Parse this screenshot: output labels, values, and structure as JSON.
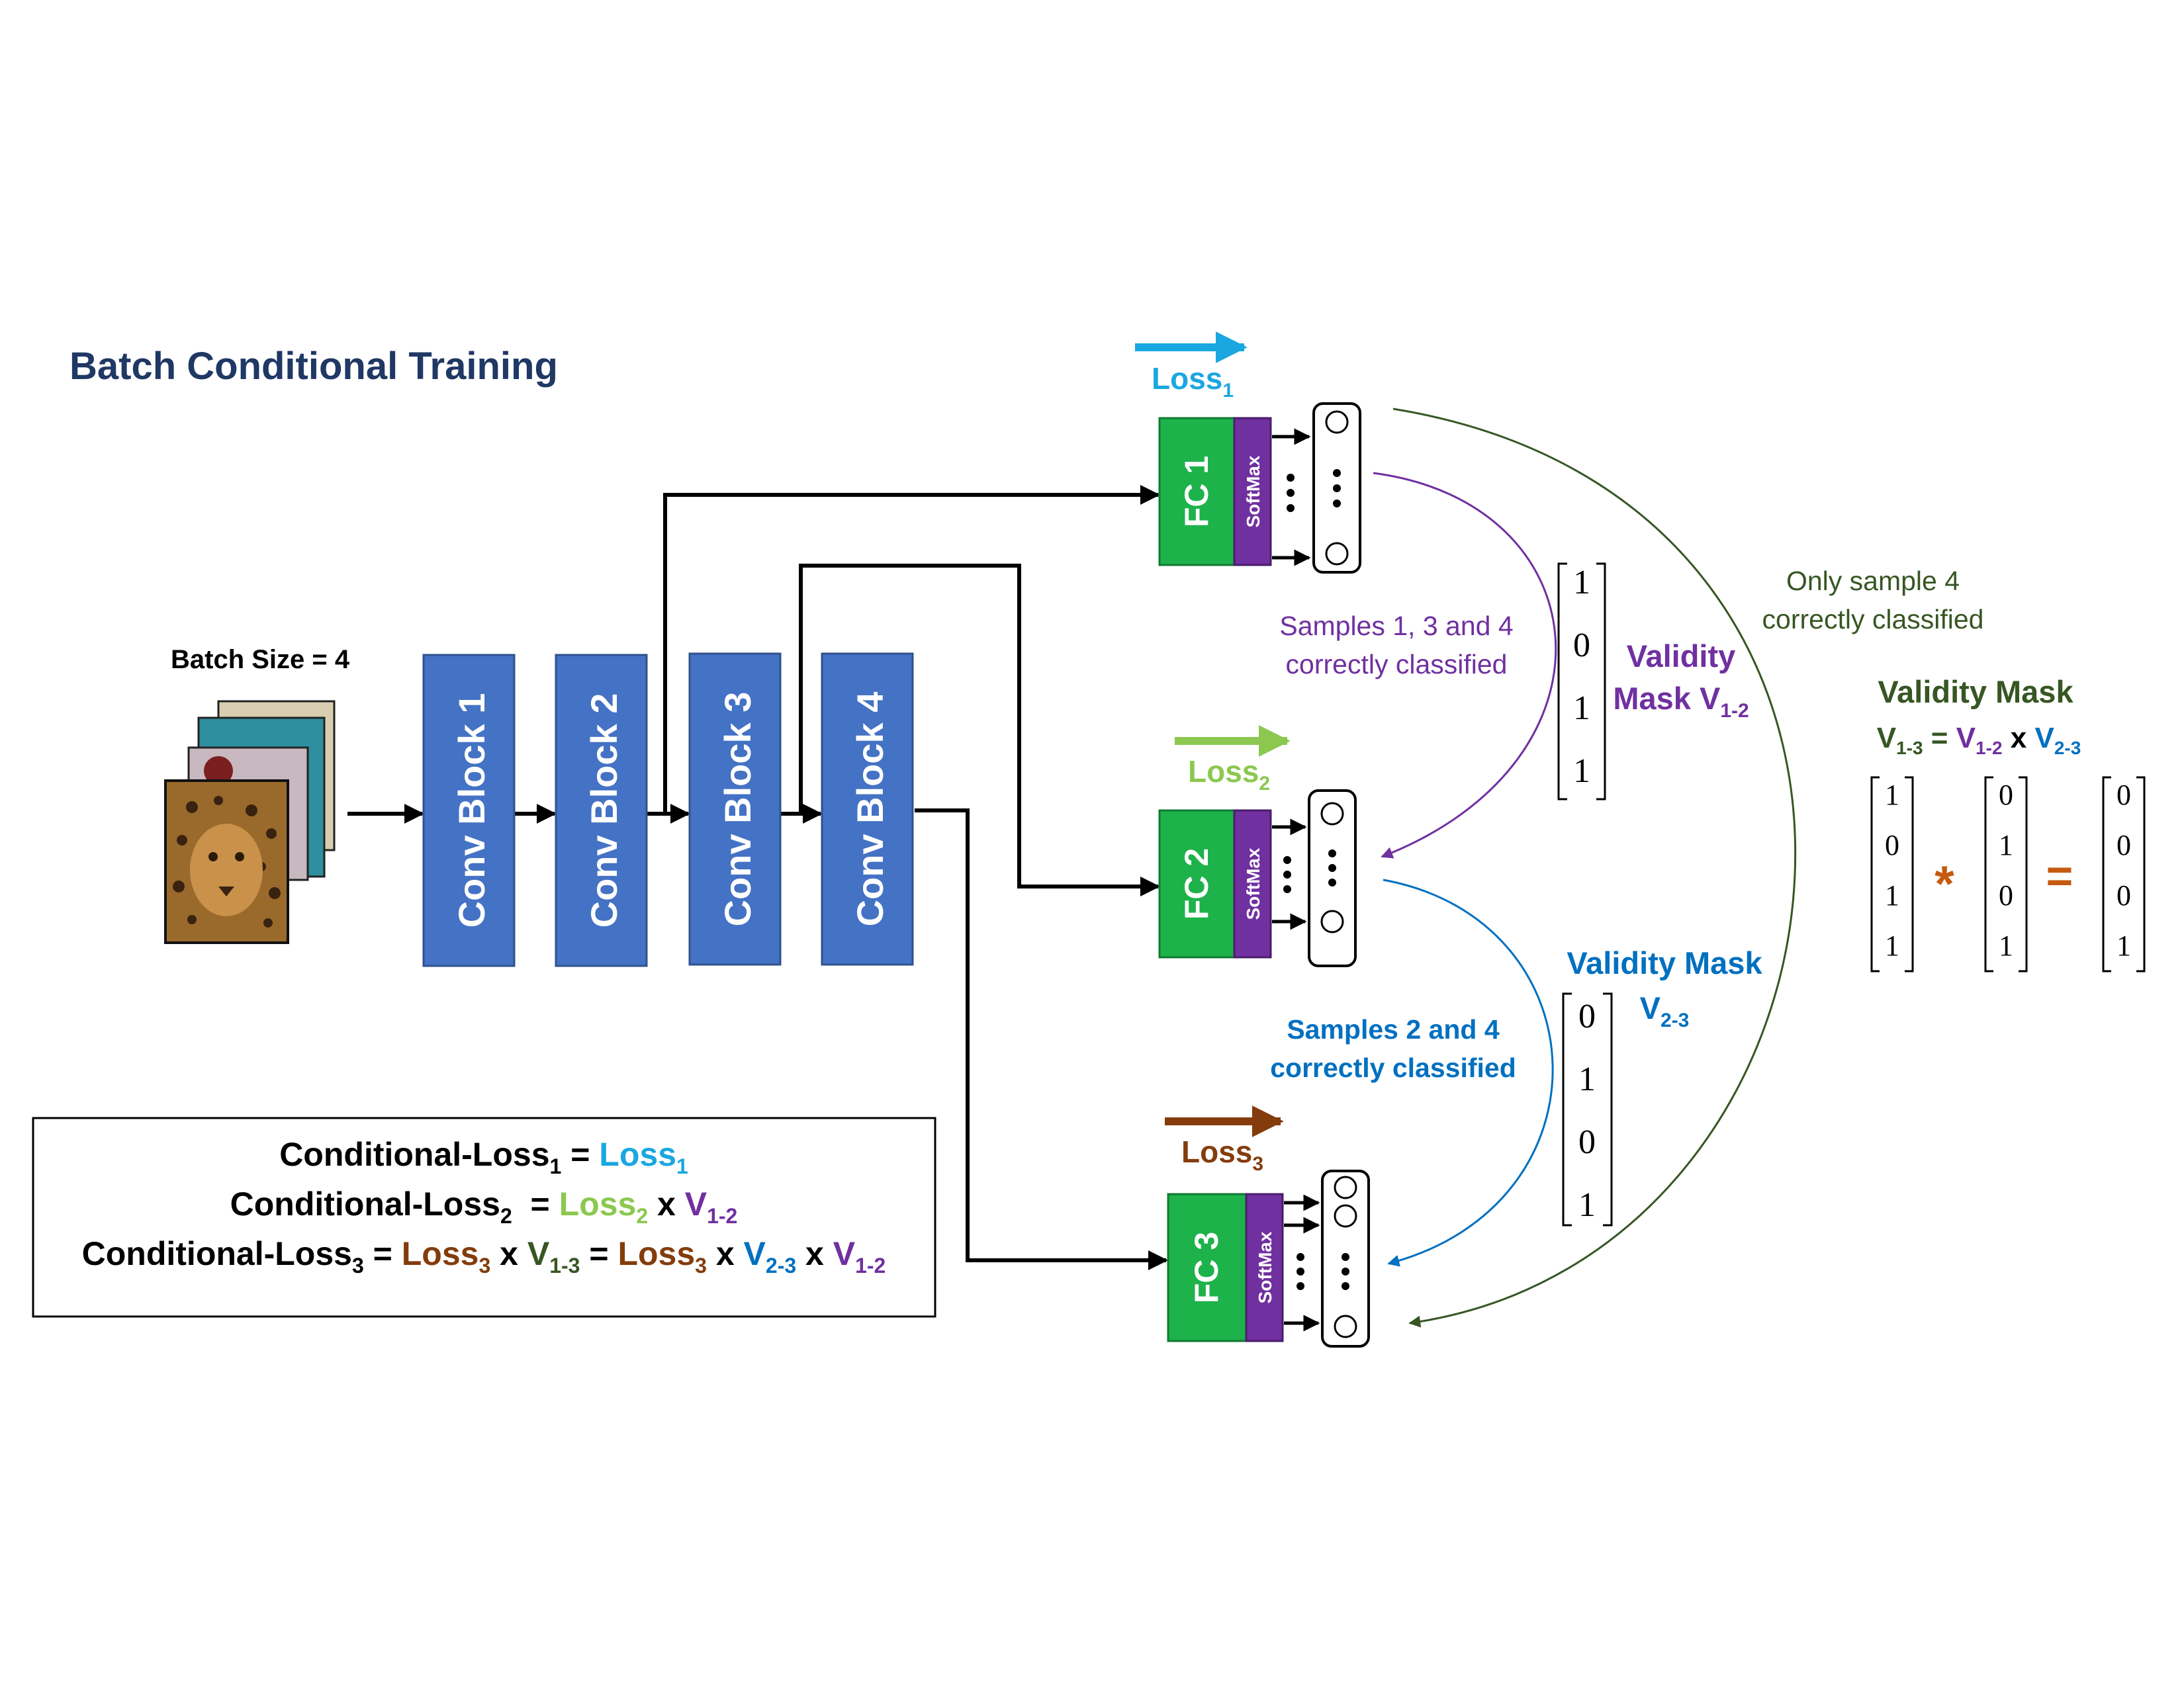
{
  "title": "Batch Conditional Training",
  "batch_label": "Batch Size = 4",
  "conv_blocks": [
    "Conv Block 1",
    "Conv Block 2",
    "Conv Block 3",
    "Conv Block 4"
  ],
  "heads": [
    {
      "fc": "FC 1",
      "softmax": "SoftMax",
      "loss_base": "Loss",
      "loss_sub": "1",
      "color": "#1aa7e0"
    },
    {
      "fc": "FC 2",
      "softmax": "SoftMax",
      "loss_base": "Loss",
      "loss_sub": "2",
      "color": "#8cc850"
    },
    {
      "fc": "FC 3",
      "softmax": "SoftMax",
      "loss_base": "Loss",
      "loss_sub": "3",
      "color": "#7a3e12"
    }
  ],
  "annotations": {
    "samples_134_line1": "Samples 1, 3 and 4",
    "samples_134_line2": "correctly classified",
    "samples_24_line1": "Samples 2 and 4",
    "samples_24_line2": "correctly classified",
    "only4_line1": "Only sample 4",
    "only4_line2": "correctly classified"
  },
  "mask_v12": {
    "label_line1": "Validity",
    "label_line2_base": "Mask V",
    "label_line2_sub": "1-2",
    "values": [
      "1",
      "0",
      "1",
      "1"
    ]
  },
  "mask_v23": {
    "label_line1": "Validity Mask",
    "label_line2_base": "V",
    "label_line2_sub": "2-3",
    "values": [
      "0",
      "1",
      "0",
      "1"
    ]
  },
  "mask_v13": {
    "title": "Validity Mask",
    "eq_lhs_base": "V",
    "eq_lhs_sub": "1-3",
    "eq_eq": "=",
    "eq_a_base": "V",
    "eq_a_sub": "1-2",
    "eq_x": "x",
    "eq_b_base": "V",
    "eq_b_sub": "2-3",
    "vec_a": [
      "1",
      "0",
      "1",
      "1"
    ],
    "vec_b": [
      "0",
      "1",
      "0",
      "1"
    ],
    "vec_c": [
      "0",
      "0",
      "0",
      "1"
    ],
    "op_mul": "*",
    "op_eq": "="
  },
  "formula": {
    "line1": {
      "name": "Conditional-Loss",
      "sub": "1",
      "eq": " = ",
      "t1": "Loss",
      "t1s": "1"
    },
    "line2": {
      "name": "Conditional-Loss",
      "sub": "2",
      "eq": "  = ",
      "t1": "Loss",
      "t1s": "2",
      "x": " x ",
      "t2": "V",
      "t2s": "1-2"
    },
    "line3": {
      "name": "Conditional-Loss",
      "sub": "3",
      "eq": " = ",
      "t1": "Loss",
      "t1s": "3",
      "x1": " x ",
      "t2": "V",
      "t2s": "1-3",
      "eq2": " = ",
      "t3": "Loss",
      "t3s": "3",
      "x2": " x ",
      "t4": "V",
      "t4s": "2-3",
      "x3": " x ",
      "t5": "V",
      "t5s": "1-2"
    }
  },
  "colors": {
    "title": "#1f3864",
    "conv": "#4472c4",
    "fc": "#1eb24b",
    "softmax": "#7030a0",
    "purple": "#7030a0",
    "blue": "#0070c0",
    "darkgreen": "#375623",
    "loss1": "#1aa7e0",
    "loss2": "#8cc850",
    "loss3": "#843c0c",
    "orange": "#c55a11"
  }
}
